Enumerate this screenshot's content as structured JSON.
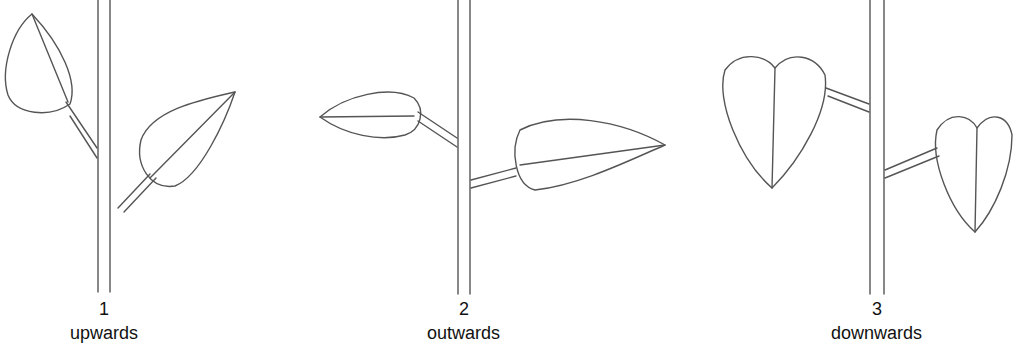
{
  "diagram": {
    "labels": [
      "1",
      "upwards",
      "2",
      "outwards",
      "3",
      "downwards"
    ]
  }
}
